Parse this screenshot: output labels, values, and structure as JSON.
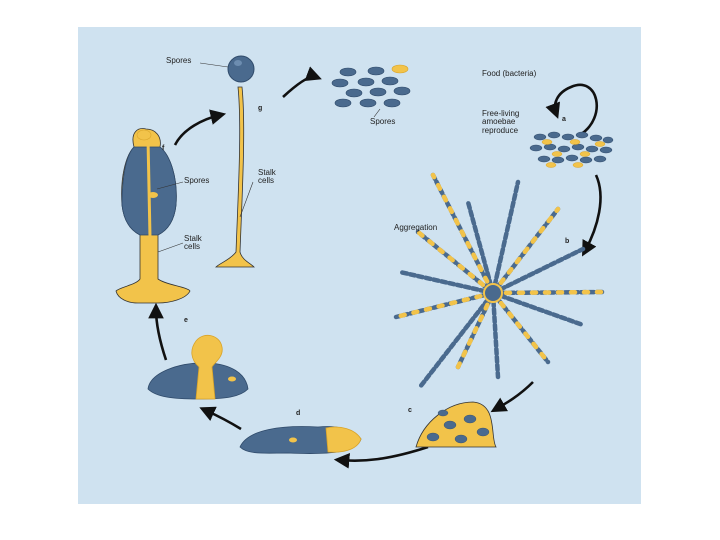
{
  "labels": {
    "spores_top": "Spores",
    "spores_cluster": "Spores",
    "food": "Food (bacteria)",
    "free_living": "Free-living\namoebae\nreproduce",
    "aggregation": "Aggregation",
    "stalk_cells_g": "Stalk\ncells",
    "spores_f": "Spores",
    "stalk_cells_f": "Stalk\ncells"
  },
  "stages": {
    "a": "a",
    "b": "b",
    "c": "c",
    "d": "d",
    "e": "e",
    "f": "f",
    "g": "g"
  },
  "colors": {
    "background": "#cfe2f0",
    "amoeba_blue": "#4a6a8e",
    "amoeba_dark": "#2f4a6a",
    "yellow": "#f2c34a",
    "yellow_dark": "#d9a42a",
    "arrow": "#111111"
  }
}
